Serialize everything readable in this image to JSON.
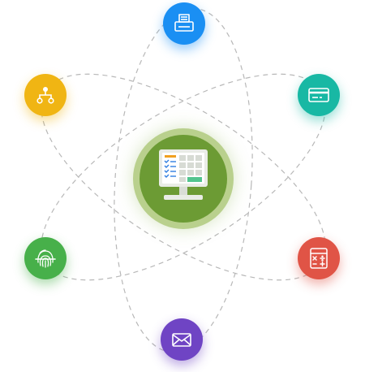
{
  "diagram": {
    "center": {
      "icon": "pos-terminal-icon",
      "color": "#6c9b34",
      "ring_color": "#b9d08d"
    },
    "nodes": [
      {
        "id": "printer",
        "icon": "printer-icon",
        "color": "#1a8ff3"
      },
      {
        "id": "network",
        "icon": "network-nodes-icon",
        "color": "#f0b513"
      },
      {
        "id": "card",
        "icon": "credit-card-icon",
        "color": "#18b8a4"
      },
      {
        "id": "fingerprint",
        "icon": "fingerprint-icon",
        "color": "#47b04a"
      },
      {
        "id": "calculator",
        "icon": "calculator-icon",
        "color": "#e05446"
      },
      {
        "id": "mail",
        "icon": "envelope-icon",
        "color": "#6f44c4"
      }
    ],
    "orbit_style": "dashed-gray"
  }
}
